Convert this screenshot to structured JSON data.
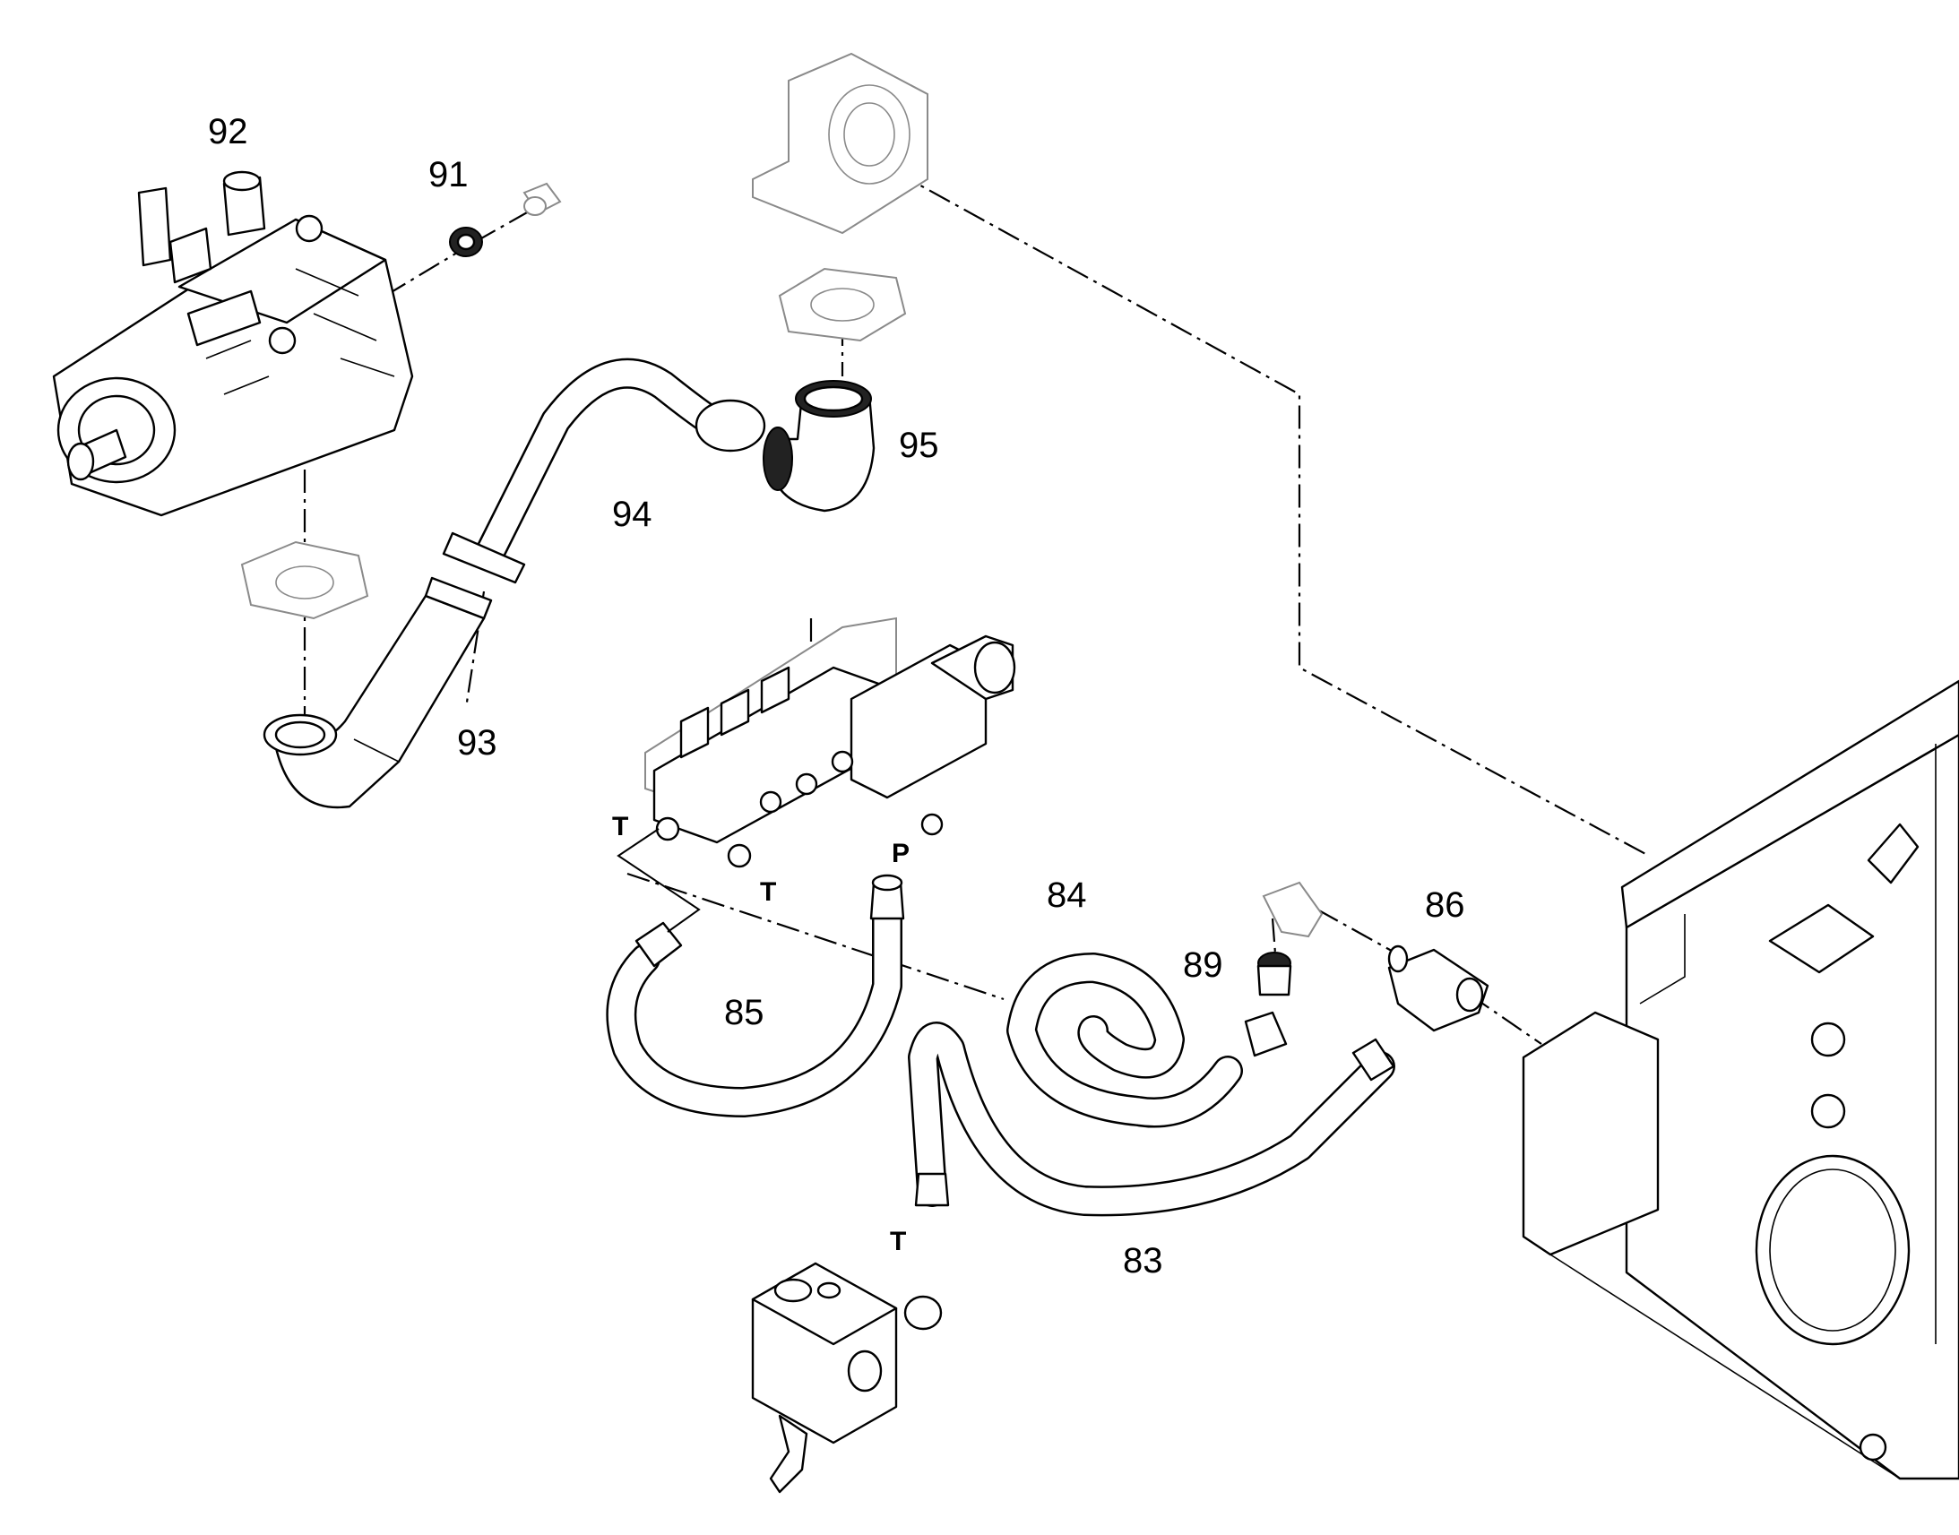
{
  "callouts": [
    {
      "id": "92",
      "text": "92"
    },
    {
      "id": "91",
      "text": "91"
    },
    {
      "id": "95",
      "text": "95"
    },
    {
      "id": "94",
      "text": "94"
    },
    {
      "id": "93",
      "text": "93"
    },
    {
      "id": "84",
      "text": "84"
    },
    {
      "id": "86",
      "text": "86"
    },
    {
      "id": "89",
      "text": "89"
    },
    {
      "id": "85",
      "text": "85"
    },
    {
      "id": "83",
      "text": "83"
    }
  ],
  "ports": {
    "t_left": "T",
    "t_middle": "T",
    "p": "P",
    "t_bottom": "T"
  },
  "colors": {
    "line": "#000000",
    "ghost_part": "#8a8a8a",
    "background": "#ffffff"
  }
}
